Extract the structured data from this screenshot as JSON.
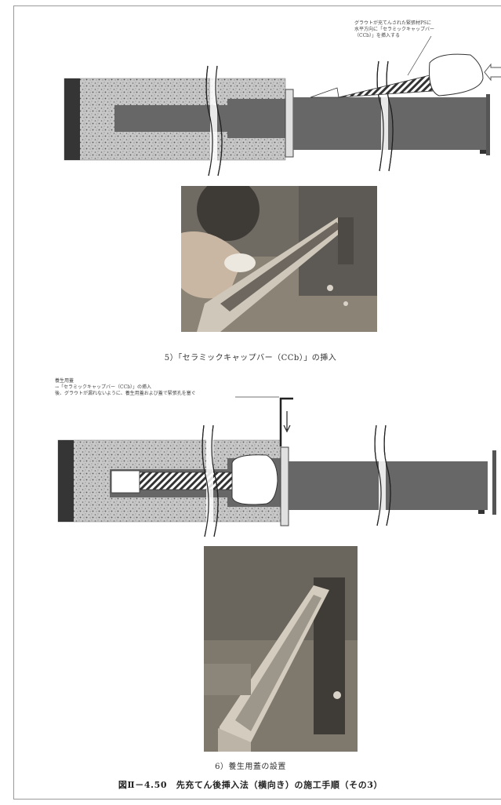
{
  "step5": {
    "note": "グラウトが充てんされた緊張材PSに\n水平方向に「セラミックキャップバー\n（CCb）」を挿入する",
    "caption": "5）「セラミックキャップバー（CCb）」の挿入"
  },
  "step6": {
    "note": "養生用蓋\n→「セラミックキャップバー（CCb）」の挿入\n後、グラウトが漏れないように、養生用蓋および蓋で緊張孔を塞ぐ",
    "caption": "6）養生用蓋の設置"
  },
  "figure_title": "図Ⅱ－4.50　先充てん後挿入法（横向き）の施工手順（その3）",
  "colors": {
    "concrete_base": "#c6c6c6",
    "steel_beam": "#666666",
    "dark_end": "#333333",
    "frame": "#9a9a9a"
  }
}
